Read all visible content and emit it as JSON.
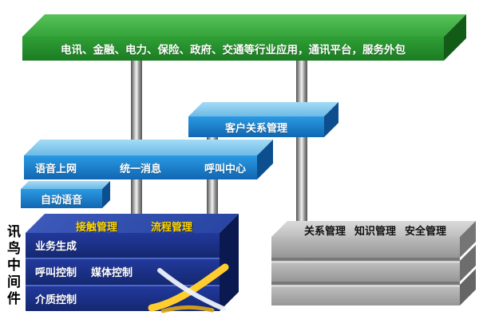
{
  "platform": {
    "label": "电讯、金融、电力、保险、政府、交通等行业应用，通讯平台，服务外包"
  },
  "crm_layer": {
    "label": "客户关系管理"
  },
  "service_layer": {
    "items": [
      "语音上网",
      "统一消息",
      "呼叫中心"
    ]
  },
  "auto_voice_layer": {
    "label": "自动语音"
  },
  "middleware": {
    "side_label": "讯鸟中间件",
    "top_labels": [
      "接触管理",
      "流程管理"
    ],
    "rows": [
      {
        "labels": [
          "业务生成"
        ]
      },
      {
        "labels": [
          "呼叫控制",
          "媒体控制"
        ]
      },
      {
        "labels": [
          "介质控制"
        ]
      }
    ]
  },
  "management_stack": {
    "labels": [
      "关系管理",
      "知识管理",
      "安全管理"
    ]
  },
  "colors": {
    "platform_green": "#2a9733",
    "layer_blue": "#1f86d6",
    "layer_blue_top": "#8ccdf0",
    "middleware_navy": "#16307e",
    "accent_yellow": "#ffd700",
    "stack_gray": "#a8a8a8",
    "pillar_gray": "#9a9a9a"
  }
}
